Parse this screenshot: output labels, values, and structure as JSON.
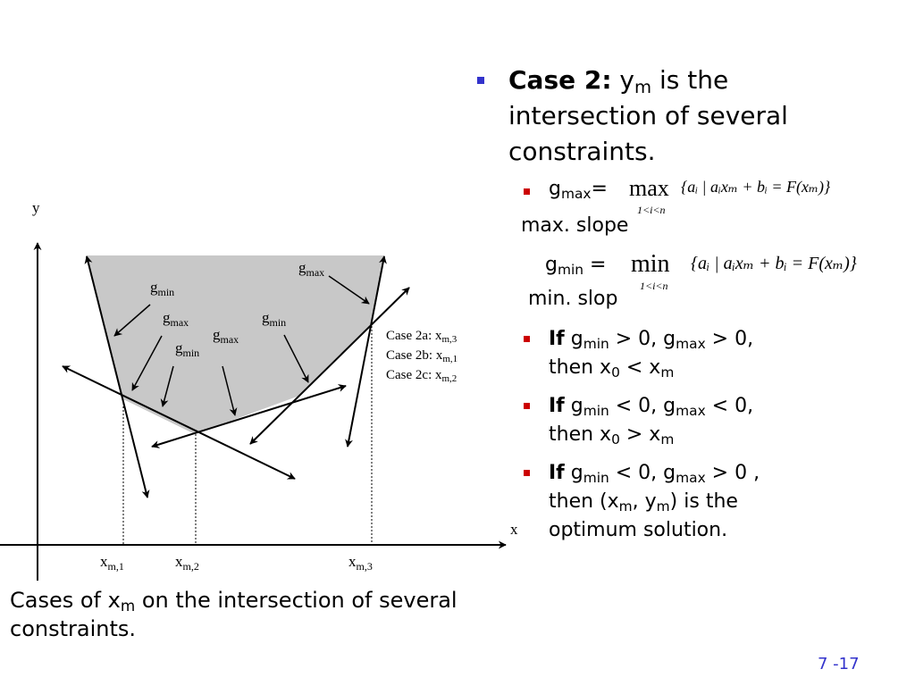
{
  "diagram": {
    "axis_y_label": "y",
    "axis_x_label": "x",
    "g_letter": "g",
    "min_sub": "min",
    "max_sub": "max",
    "cases": {
      "c2a_label": "Case 2a: x",
      "c2a_sub": "m,3",
      "c2b_label": "Case 2b: x",
      "c2b_sub": "m,1",
      "c2c_label": "Case 2c: x",
      "c2c_sub": "m,2"
    },
    "xm1_base": "x",
    "xm1_sub": "m,1",
    "xm2_base": "x",
    "xm2_sub": "m,2",
    "xm3_base": "x",
    "xm3_sub": "m,3"
  },
  "caption": {
    "line1_pre": "Cases of x",
    "line1_sub": "m",
    "line1_post": " on the intersection of several",
    "line2": "constraints."
  },
  "main_bullet": {
    "bold": "Case 2:",
    "y": " y",
    "y_sub": "m",
    "rest1": " is the",
    "line2": "intersection of several",
    "line3": "constraints."
  },
  "gmax_def": {
    "g": "g",
    "sub": "max",
    "eq": "=",
    "op": "max",
    "under": "1<i<n",
    "set": "{aᵢ | aᵢxₘ + bᵢ = F(xₘ)}",
    "note": "max. slope"
  },
  "gmin_def": {
    "g": "g",
    "sub": "min",
    "eq": " =",
    "op": "min",
    "under": "1<i<n",
    "set": "{aᵢ | aᵢxₘ + bᵢ = F(xₘ)}",
    "note": "min. slop"
  },
  "sub_bullets": [
    {
      "if": "If",
      "g1": " g",
      "s1": "min",
      "m1": " > 0, g",
      "s2": "max",
      "m2": " > 0,",
      "l2a": "then x",
      "l2s": "0",
      "l2b": " < x",
      "l2s2": "m"
    },
    {
      "if": "If",
      "g1": "  g",
      "s1": "min",
      "m1": " < 0, g",
      "s2": "max",
      "m2": " < 0,",
      "l2a": "then x",
      "l2s": "0",
      "l2b": " > x",
      "l2s2": "m"
    },
    {
      "if": "If",
      "g1": "  g",
      "s1": "min",
      "m1": " < 0, g",
      "s2": "max",
      "m2": " > 0 ,",
      "l2a": "then (x",
      "l2s": "m",
      "l2b": ", y",
      "l2s2": "m",
      "l2c": ") is the",
      "l3": "optimum solution."
    }
  ],
  "page_number": "7 -17",
  "colors": {
    "main_bullet": "#3333cc",
    "sub_bullet": "#cc0000",
    "region": "#c8c8c8",
    "page_number": "#3333cc"
  }
}
